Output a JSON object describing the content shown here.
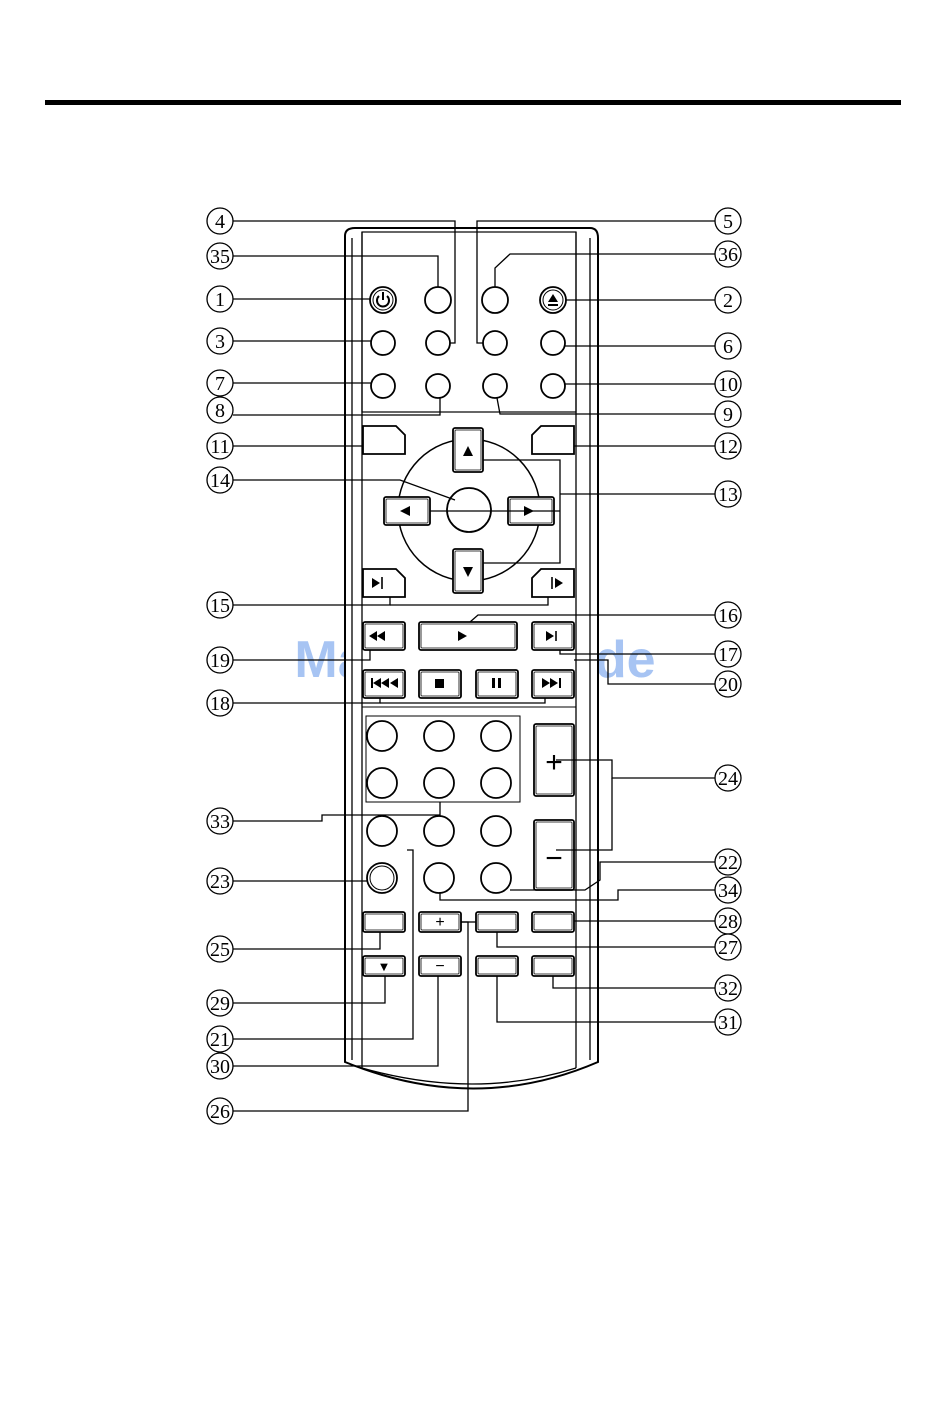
{
  "watermark": "ManualsLib.de",
  "callouts": [
    "1",
    "2",
    "3",
    "4",
    "5",
    "6",
    "7",
    "8",
    "9",
    "10",
    "11",
    "12",
    "13",
    "14",
    "15",
    "16",
    "17",
    "18",
    "19",
    "20",
    "21",
    "22",
    "23",
    "24",
    "25",
    "26",
    "27",
    "28",
    "29",
    "30",
    "31",
    "32",
    "33",
    "34",
    "35",
    "36"
  ],
  "icons": {
    "power": "power-icon",
    "eject": "eject-icon",
    "up": "arrow-up-icon",
    "down": "arrow-down-icon",
    "left": "arrow-left-icon",
    "right": "arrow-right-icon",
    "step_back": "step-back-icon",
    "step_forward": "step-forward-icon",
    "rewind": "rewind-icon",
    "play": "play-icon",
    "fast_forward": "fast-forward-icon",
    "prev": "previous-icon",
    "stop": "stop-icon",
    "pause": "pause-icon",
    "next": "next-icon"
  },
  "symbols": {
    "plus": "+",
    "minus": "−",
    "small_plus": "+",
    "small_minus": "−",
    "small_down": "▼"
  }
}
